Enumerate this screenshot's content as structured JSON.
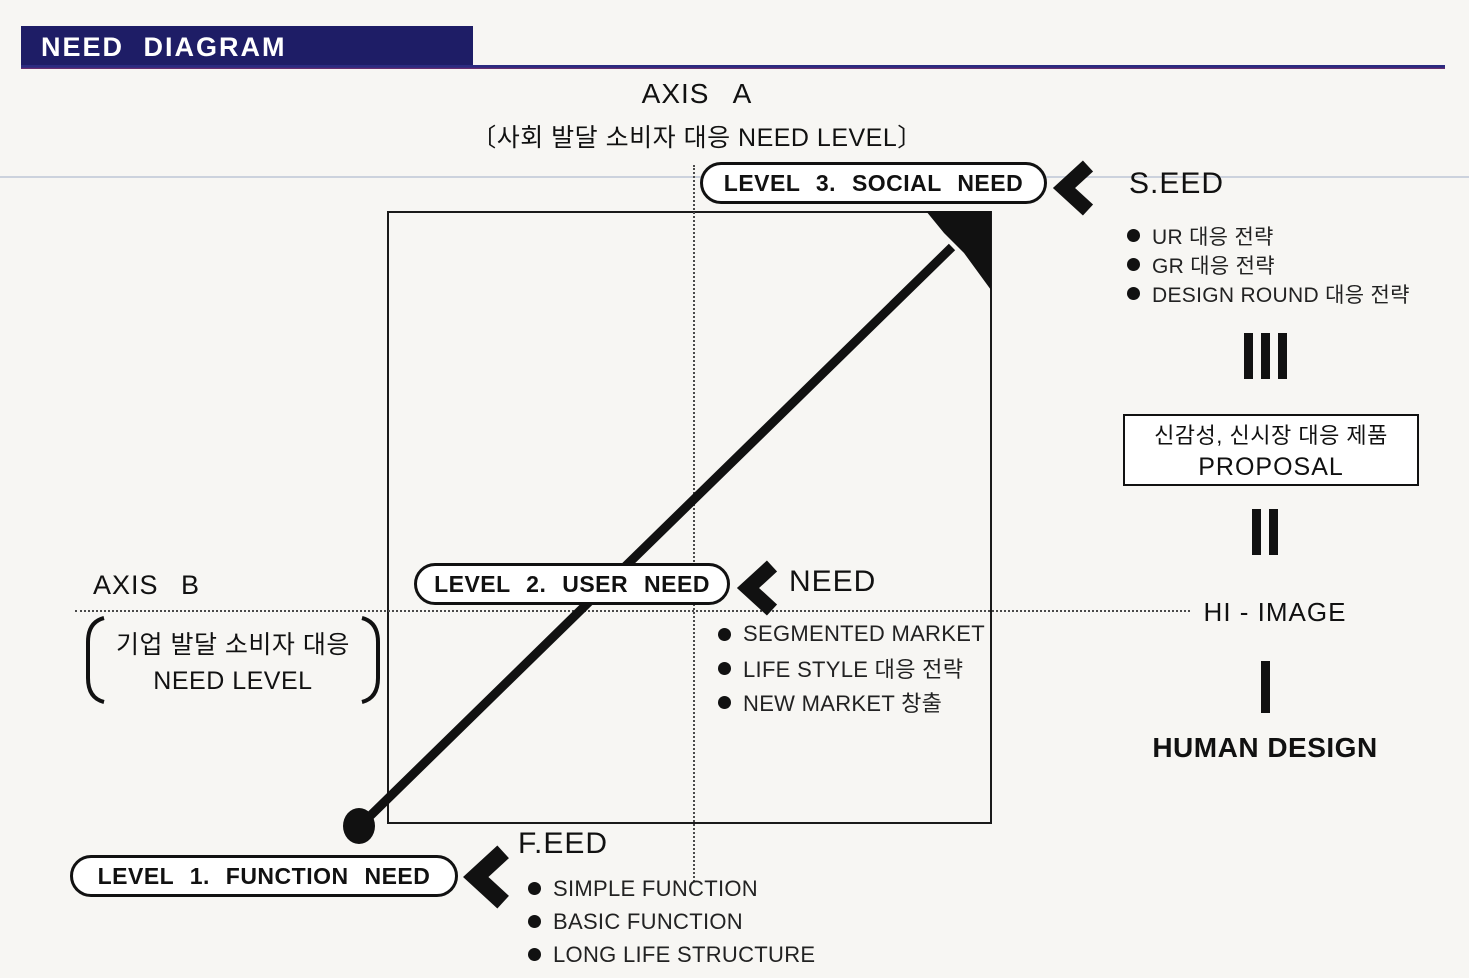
{
  "header": {
    "title": "NEED DIAGRAM"
  },
  "axis_a": {
    "label": "AXIS A",
    "sublabel": "〔사회 발달 소비자 대응 NEED LEVEL〕"
  },
  "axis_b": {
    "label": "AXIS B",
    "bracket_line1": "기업 발달 소비자 대응",
    "bracket_line2": "NEED LEVEL"
  },
  "levels": [
    {
      "box_label": "LEVEL 1.  FUNCTION NEED",
      "tag": "F.EED",
      "bullets": [
        "SIMPLE FUNCTION",
        "BASIC FUNCTION",
        "LONG LIFE STRUCTURE"
      ]
    },
    {
      "box_label": "LEVEL 2.  USER NEED",
      "tag": "NEED",
      "bullets": [
        "SEGMENTED MARKET",
        "LIFE STYLE 대응 전략",
        "NEW MARKET 창출"
      ]
    },
    {
      "box_label": "LEVEL 3.  SOCIAL NEED",
      "tag": "S.EED",
      "bullets": [
        "UR 대응 전략",
        "GR 대응 전략",
        "DESIGN ROUND 대응 전략"
      ]
    }
  ],
  "right_flow": {
    "stage3_bars": "III",
    "proposal_line1": "신감성, 신시장 대응 제품",
    "proposal_line2": "PROPOSAL",
    "stage2_bars": "II",
    "hi_image": "HI - IMAGE",
    "stage1_bars": "I",
    "human_design": "HUMAN DESIGN"
  },
  "colors": {
    "header_bg": "#1e1d66",
    "header_text": "#ffffff",
    "accent_rule": "#2b2a80",
    "faint_rule": "#ccd2dd",
    "ink": "#111111"
  }
}
